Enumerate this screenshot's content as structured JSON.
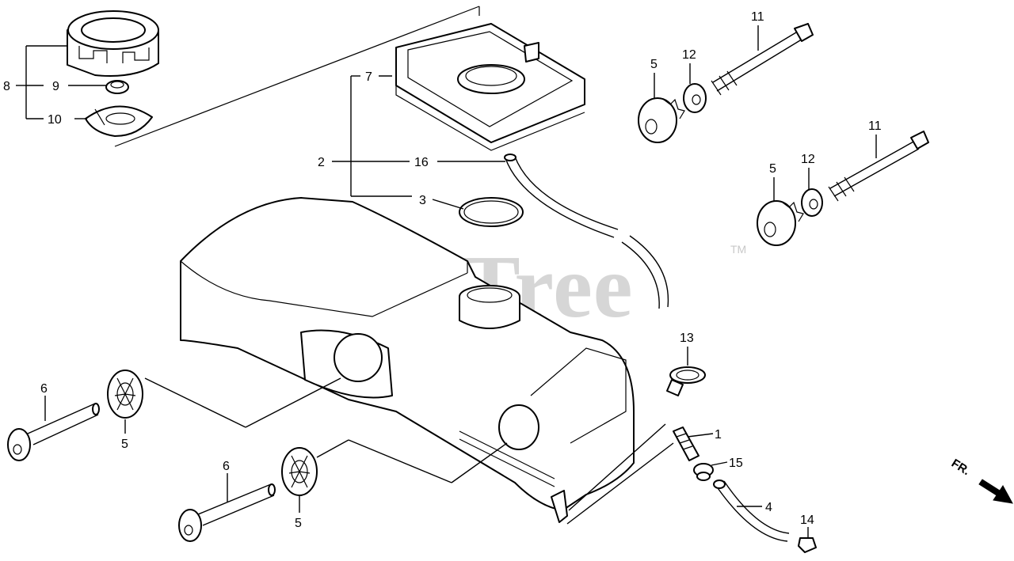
{
  "watermark": {
    "text": "PartsTree",
    "trademark": "TM"
  },
  "direction": {
    "label": "FR."
  },
  "callouts": [
    {
      "id": "c8",
      "text": "8"
    },
    {
      "id": "c9",
      "text": "9"
    },
    {
      "id": "c10",
      "text": "10"
    },
    {
      "id": "c7",
      "text": "7"
    },
    {
      "id": "c2",
      "text": "2"
    },
    {
      "id": "c16",
      "text": "16"
    },
    {
      "id": "c3",
      "text": "3"
    },
    {
      "id": "c11a",
      "text": "11"
    },
    {
      "id": "c5a",
      "text": "5"
    },
    {
      "id": "c12a",
      "text": "12"
    },
    {
      "id": "c11b",
      "text": "11"
    },
    {
      "id": "c5b",
      "text": "5"
    },
    {
      "id": "c12b",
      "text": "12"
    },
    {
      "id": "c13",
      "text": "13"
    },
    {
      "id": "c1",
      "text": "1"
    },
    {
      "id": "c15",
      "text": "15"
    },
    {
      "id": "c4",
      "text": "4"
    },
    {
      "id": "c14",
      "text": "14"
    },
    {
      "id": "c6a",
      "text": "6"
    },
    {
      "id": "c5c",
      "text": "5"
    },
    {
      "id": "c6b",
      "text": "6"
    },
    {
      "id": "c5d",
      "text": "5"
    }
  ]
}
